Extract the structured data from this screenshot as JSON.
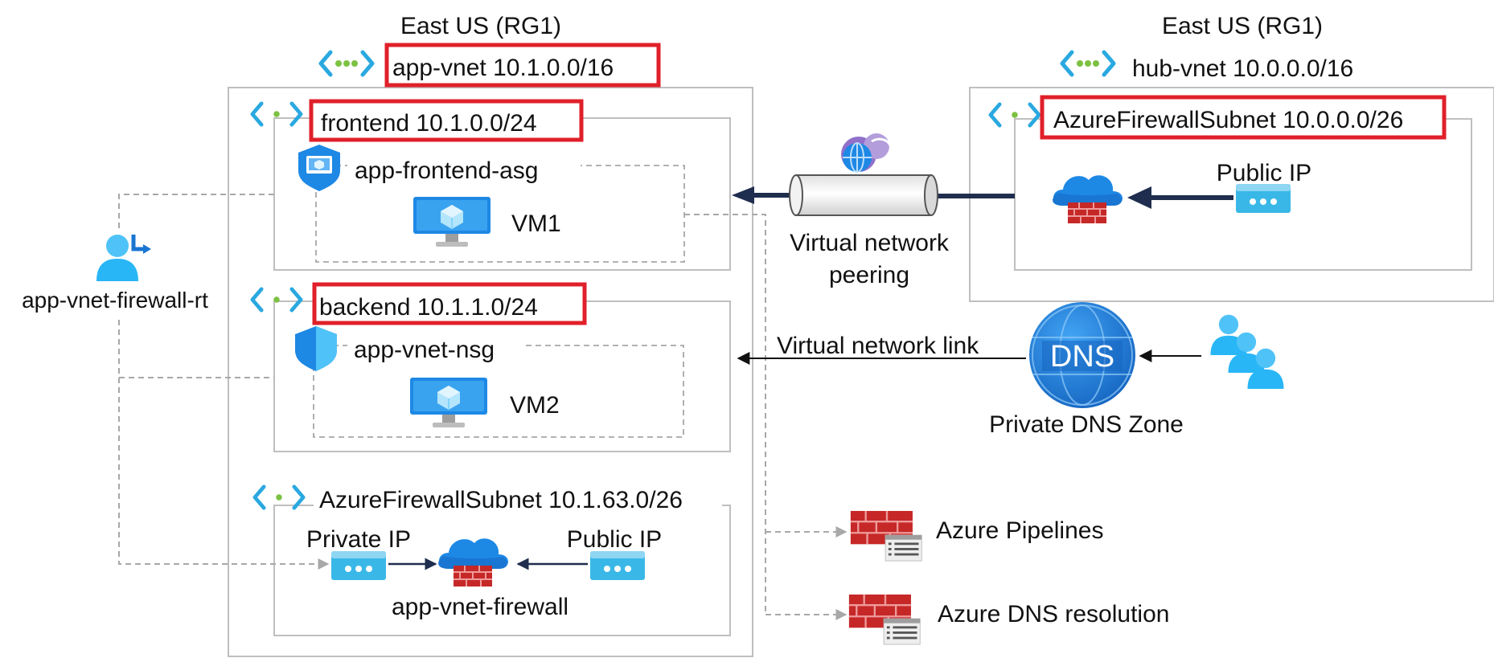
{
  "regions": {
    "left": "East US (RG1)",
    "right": "East US (RG1)"
  },
  "app_vnet": {
    "label": "app-vnet 10.1.0.0/16",
    "frontend": {
      "label": "frontend 10.1.0.0/24",
      "asg": "app-frontend-asg",
      "vm": "VM1"
    },
    "backend": {
      "label": "backend 10.1.1.0/24",
      "nsg": "app-vnet-nsg",
      "vm": "VM2"
    },
    "firewall_subnet": {
      "label": "AzureFirewallSubnet 10.1.63.0/26",
      "private_ip": "Private IP",
      "public_ip": "Public IP",
      "firewall": "app-vnet-firewall"
    }
  },
  "route_table": "app-vnet-firewall-rt",
  "hub_vnet": {
    "label": "hub-vnet 10.0.0.0/16",
    "subnet_label": "AzureFirewallSubnet 10.0.0.0/26",
    "public_ip": "Public IP"
  },
  "peering": {
    "line1": "Virtual network",
    "line2": "peering"
  },
  "dns": {
    "link_label": "Virtual network link",
    "icon_text": "DNS",
    "zone_label": "Private DNS Zone"
  },
  "targets": {
    "pipelines": "Azure Pipelines",
    "dns_resolution": "Azure DNS resolution"
  },
  "colors": {
    "highlight": "#e0202a",
    "box_border": "#bfbfbf",
    "dashed": "#a8a8a8",
    "arrow_dark": "#1f2d4e",
    "azure_blue": "#1e88e5",
    "firewall_red": "#c62828",
    "vnet_icon": "#2aa8e0",
    "vnet_dots": "#7cc142"
  },
  "icons": [
    "vnet-icon",
    "asg-icon",
    "vm-icon",
    "nsg-icon",
    "firewall-icon",
    "public-ip-icon",
    "private-ip-icon",
    "route-table-icon",
    "peering-icon",
    "dns-icon",
    "users-icon",
    "firewall-policy-icon"
  ]
}
